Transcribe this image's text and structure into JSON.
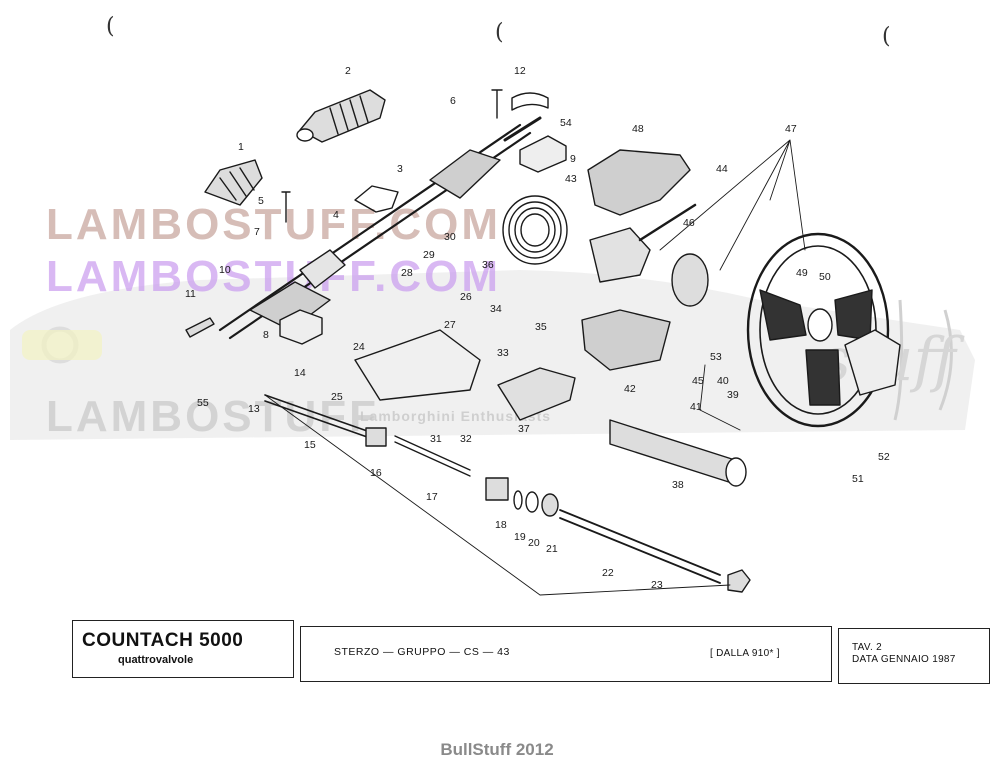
{
  "watermark": {
    "line1": "LAMBOSTUFF.COM",
    "line2": "LAMBOSTUFF.COM",
    "line3": "LAMBOSTUFF",
    "line4": "Lamborghini Enthusiasts",
    "colors": {
      "brown": "#c9a79f",
      "purple": "#c99bef",
      "gray": "#c8c8c8",
      "yellow": "#f0f0b0"
    }
  },
  "marks": {
    "paren": "("
  },
  "part_numbers": [
    "1",
    "2",
    "3",
    "4",
    "5",
    "6",
    "7",
    "8",
    "9",
    "10",
    "11",
    "12",
    "13",
    "14",
    "15",
    "16",
    "17",
    "18",
    "19",
    "20",
    "21",
    "22",
    "23",
    "24",
    "25",
    "26",
    "27",
    "28",
    "29",
    "30",
    "31",
    "32",
    "33",
    "34",
    "35",
    "36",
    "37",
    "38",
    "39",
    "40",
    "41",
    "42",
    "43",
    "44",
    "45",
    "46",
    "47",
    "48",
    "49",
    "50",
    "51",
    "52",
    "53",
    "54",
    "55"
  ],
  "title_block": {
    "model": "COUNTACH 5000",
    "model_sub": "quattrovalvole",
    "group": "STERZO — GRUPPO — CS — 43",
    "from": "[ DALLA 910* ]",
    "table": "TAV. 2",
    "date": "DATA GENNAIO 1987"
  },
  "footer": "BullStuff 2012"
}
